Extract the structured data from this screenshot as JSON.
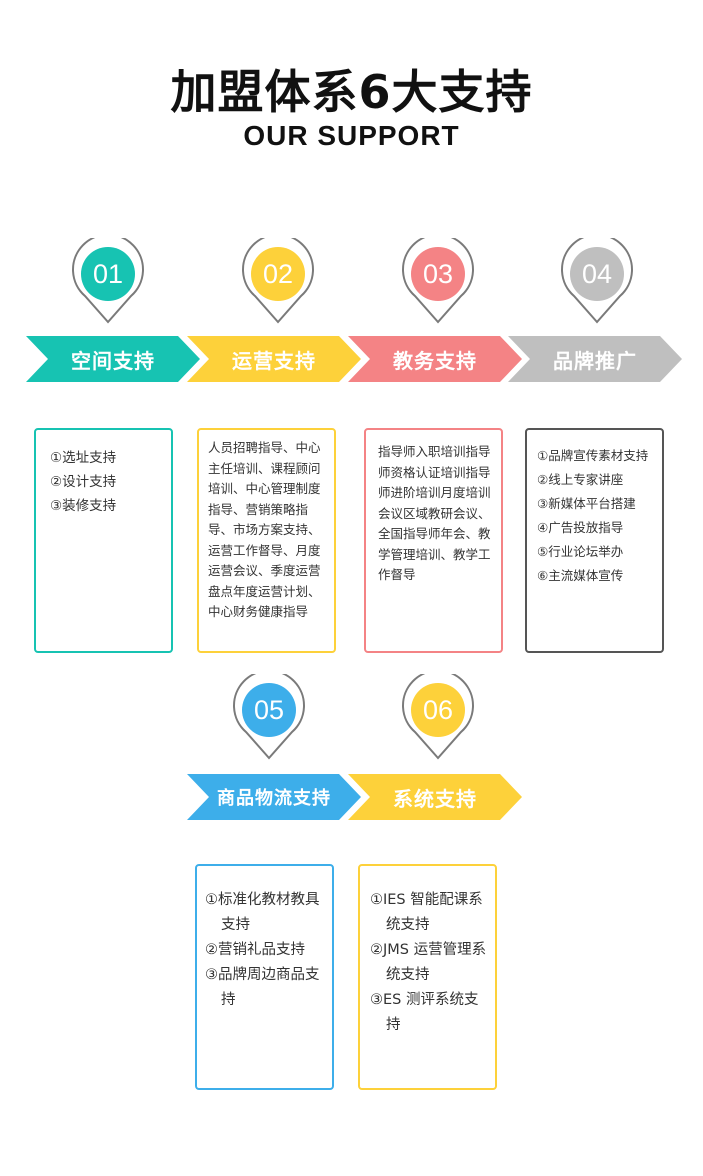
{
  "title": "加盟体系6大支持",
  "subtitle": "OUR SUPPORT",
  "colors": {
    "teal": "#17C3B2",
    "yellow": "#FDD13A",
    "salmon": "#F48385",
    "gray": "#BFBFBF",
    "blue": "#3DAEEA"
  },
  "supports": [
    {
      "num": "01",
      "label": "空间支持",
      "items": [
        "①选址支持",
        "②设计支持",
        "③装修支持"
      ]
    },
    {
      "num": "02",
      "label": "运营支持",
      "text": "人员招聘指导、中心主任培训、课程顾问培训、中心管理制度指导、营销策略指导、市场方案支持、运营工作督导、月度运营会议、季度运营盘点年度运营计划、中心财务健康指导"
    },
    {
      "num": "03",
      "label": "教务支持",
      "text": "指导师入职培训指导师资格认证培训指导师进阶培训月度培训会议区域教研会议、全国指导师年会、教学管理培训、教学工作督导"
    },
    {
      "num": "04",
      "label": "品牌推广",
      "items": [
        "①品牌宣传素材支持",
        "②线上专家讲座",
        "③新媒体平台搭建",
        "④广告投放指导",
        "⑤行业论坛举办",
        "⑥主流媒体宣传"
      ]
    },
    {
      "num": "05",
      "label": "商品物流支持",
      "items": [
        "①标准化教材教具支持",
        "②营销礼品支持",
        "③品牌周边商品支持"
      ]
    },
    {
      "num": "06",
      "label": "系统支持",
      "items": [
        "①IES 智能配课系统支持",
        "②JMS 运营管理系统支持",
        "③ES 测评系统支持"
      ]
    }
  ]
}
